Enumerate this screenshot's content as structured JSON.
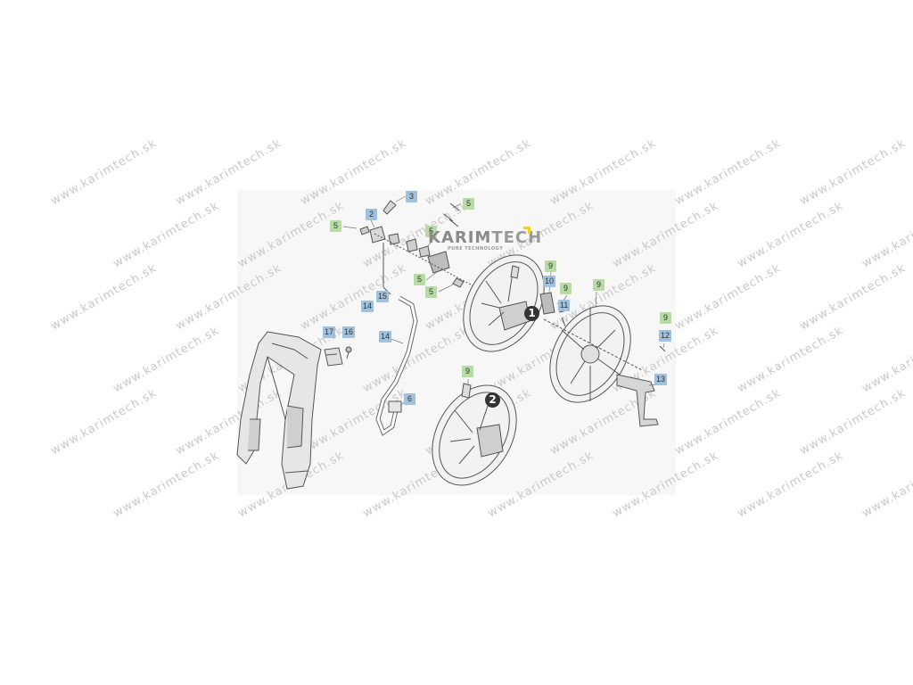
{
  "watermark": {
    "text": "www.karimtech.sk"
  },
  "logo": {
    "brand": "KARIM",
    "accent": "TECH",
    "tagline": "PURE TECHNOLOGY",
    "accent_color": "#f0d020"
  },
  "callouts": [
    {
      "label": "3",
      "color": "blue"
    },
    {
      "label": "2",
      "color": "blue"
    },
    {
      "label": "5",
      "color": "green"
    },
    {
      "label": "5",
      "color": "green"
    },
    {
      "label": "5",
      "color": "green"
    },
    {
      "label": "5",
      "color": "green"
    },
    {
      "label": "5",
      "color": "green"
    },
    {
      "label": "15",
      "color": "blue"
    },
    {
      "label": "14",
      "color": "blue"
    },
    {
      "label": "9",
      "color": "green"
    },
    {
      "label": "10",
      "color": "blue"
    },
    {
      "label": "9",
      "color": "green"
    },
    {
      "label": "11",
      "color": "blue"
    },
    {
      "label": "9",
      "color": "green"
    },
    {
      "label": "9",
      "color": "green"
    },
    {
      "label": "12",
      "color": "blue"
    },
    {
      "label": "17",
      "color": "blue"
    },
    {
      "label": "16",
      "color": "blue"
    },
    {
      "label": "14",
      "color": "blue"
    },
    {
      "label": "13",
      "color": "blue"
    },
    {
      "label": "6",
      "color": "blue"
    },
    {
      "label": "9",
      "color": "green"
    }
  ],
  "steps": [
    "1",
    "2"
  ],
  "colors": {
    "label_blue": "#9fc1de",
    "label_green": "#b6dca4",
    "line": "#555555",
    "badge": "#333333"
  }
}
